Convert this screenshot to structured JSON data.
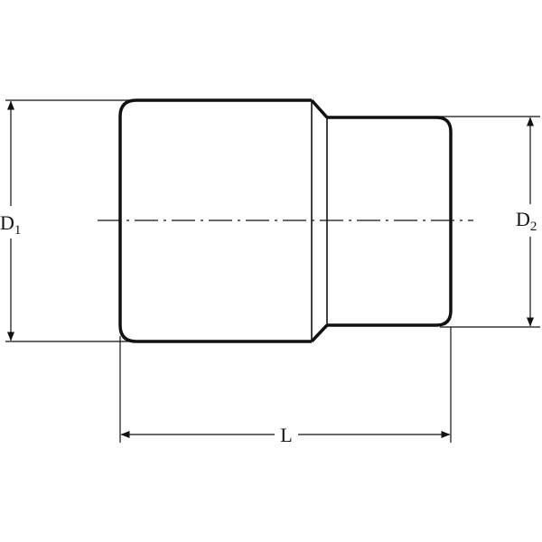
{
  "diagram": {
    "labels": {
      "d1_main": "D",
      "d1_sub": "1",
      "d2_main": "D",
      "d2_sub": "2",
      "length": "L"
    },
    "colors": {
      "line": "#111111",
      "background": "#ffffff"
    }
  }
}
